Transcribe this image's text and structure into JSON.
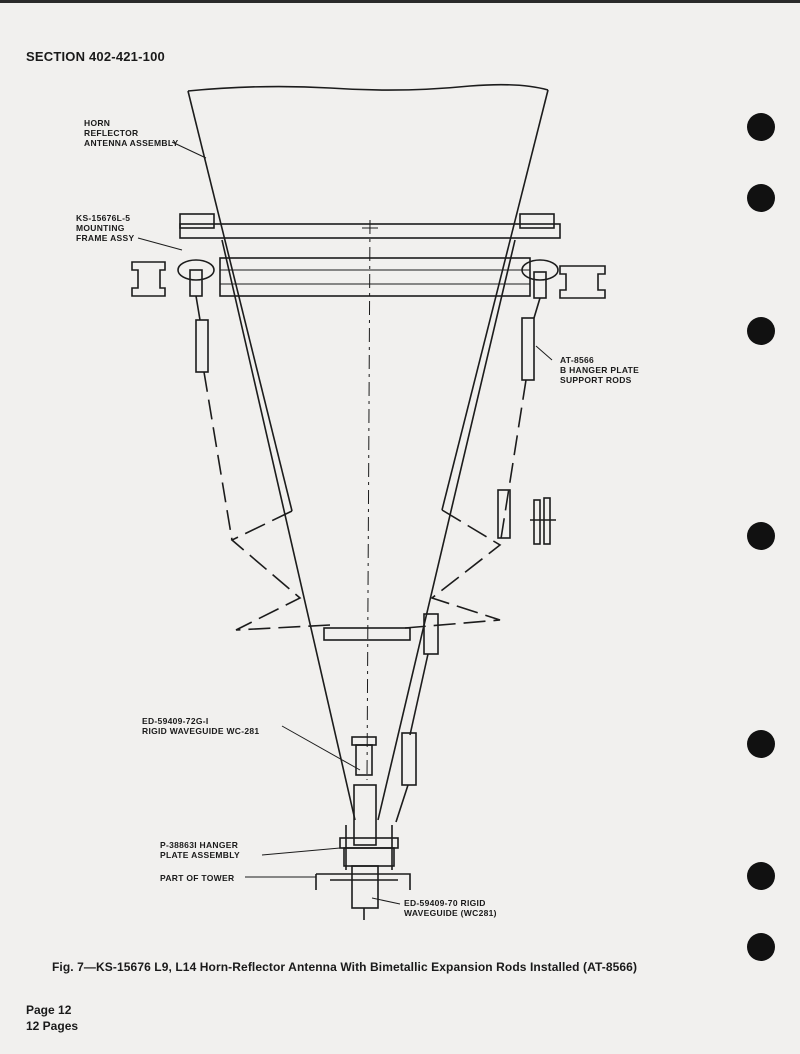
{
  "header": {
    "section": "SECTION 402-421-100"
  },
  "labels": {
    "horn": "HORN\nREFLECTOR\nANTENNA ASSEMBLY",
    "frame": "KS-15676L-5\nMOUNTING\nFRAME ASSY",
    "rods": "AT-8566\nB HANGER PLATE\nSUPPORT RODS",
    "waveguide_top": "ED-59409-72G-I\nRIGID WAVEGUIDE WC-281",
    "hanger_plate": "P-38863I HANGER\nPLATE ASSEMBLY",
    "tower": "PART OF TOWER",
    "waveguide_bottom": "ED-59409-70 RIGID\nWAVEGUIDE (WC281)"
  },
  "caption": "Fig. 7—KS-15676 L9, L14 Horn-Reflector Antenna With Bimetallic Expansion Rods Installed (AT-8566)",
  "footer": {
    "page": "Page 12",
    "pages": "12 Pages"
  }
}
